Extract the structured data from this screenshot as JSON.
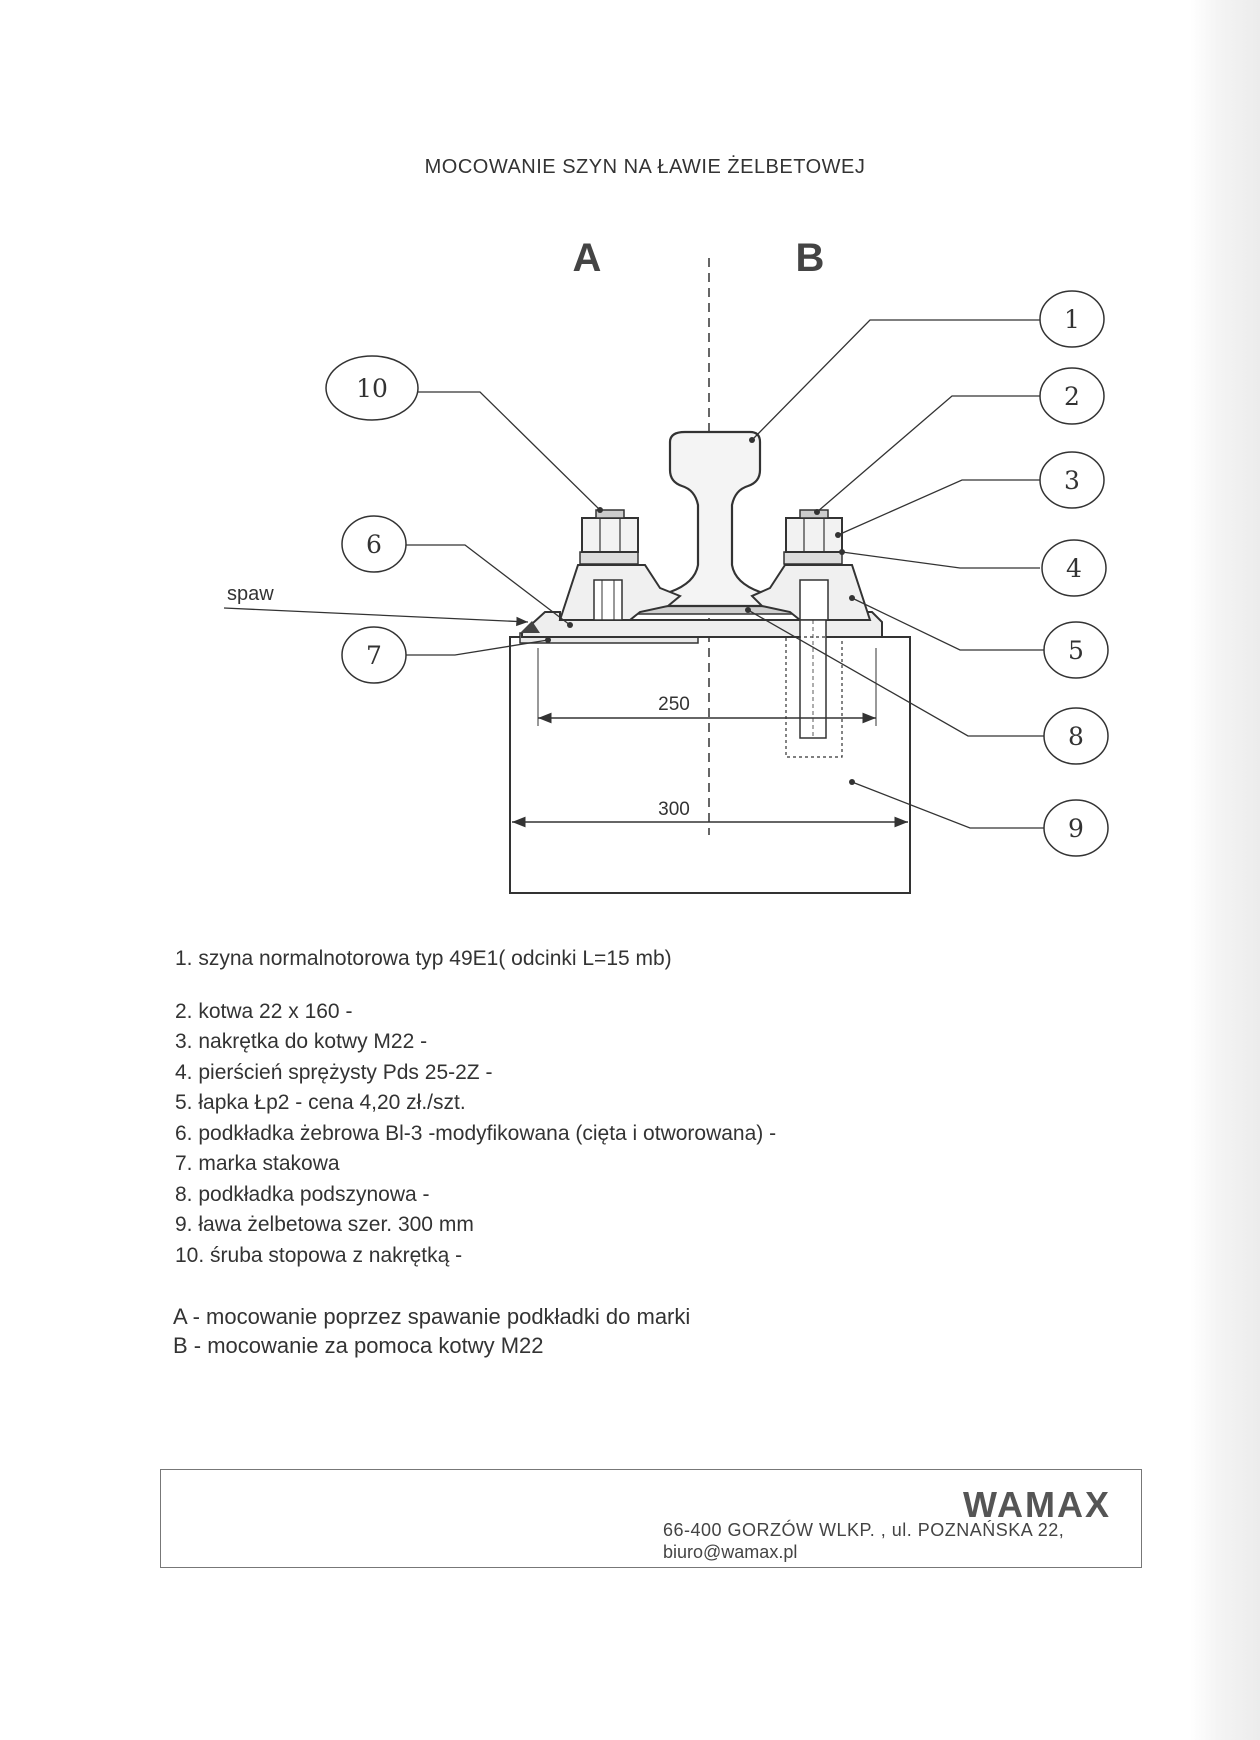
{
  "title": "MOCOWANIE SZYN NA ŁAWIE ŻELBETOWEJ",
  "diagram": {
    "section_a": "A",
    "section_b": "B",
    "weld_label": "spaw",
    "dim_250": "250",
    "dim_300": "300",
    "callouts": [
      "1",
      "2",
      "3",
      "4",
      "5",
      "6",
      "7",
      "8",
      "9",
      "10"
    ]
  },
  "legend": [
    "1.  szyna normalnotorowa typ 49E1( odcinki L=15 mb)",
    "2.  kotwa 22 x 160 -",
    "3.  nakrętka  do kotwy M22 -",
    "4.  pierścień sprężysty Pds 25-2Z -",
    "5.  łapka Łp2  - cena 4,20 zł./szt.",
    "6.  podkładka żebrowa Bl-3 -modyfikowana (cięta i otworowana) -",
    "7.  marka stakowa",
    "8.  podkładka podszynowa -",
    "9.  ława żelbetowa szer. 300 mm",
    "10. śruba stopowa z nakrętką -"
  ],
  "notes": [
    "A - mocowanie poprzez spawanie podkładki do marki",
    "B -  mocowanie za pomoca kotwy M22"
  ],
  "footer": {
    "brand": "WAMAX",
    "address": "66-400  GORZÓW WLKP. , ul. POZNAŃSKA  22,",
    "email": "biuro@wamax.pl"
  }
}
